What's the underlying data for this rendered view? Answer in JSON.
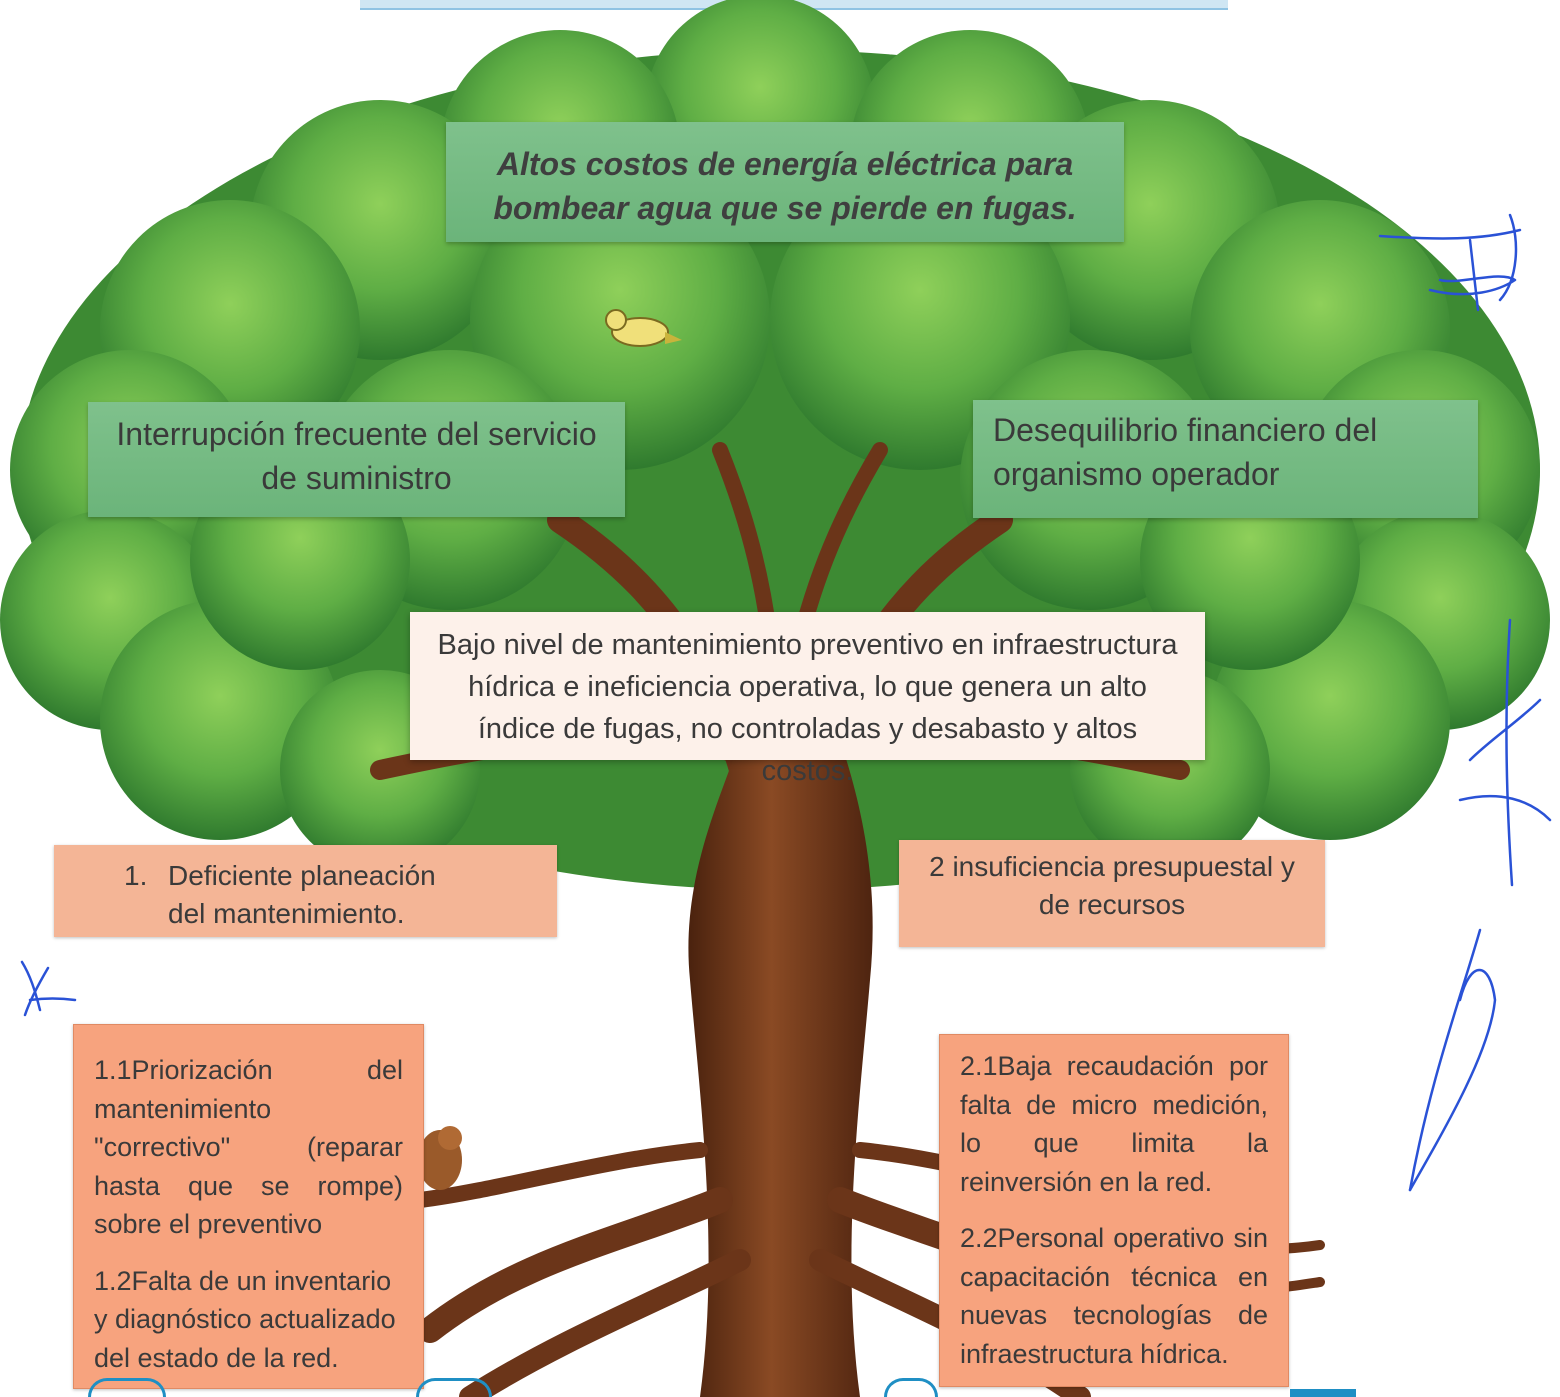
{
  "problema_central": "Bajo nivel de mantenimiento preventivo en infraestructura hídrica e ineficiencia operativa, lo que genera un alto índice de fugas, no controladas y desabasto y altos costos.",
  "efectos": {
    "efecto_principal": "Altos costos de energía eléctrica para bombear agua que se pierde en fugas.",
    "efecto_1": "Interrupción frecuente del servicio de suministro",
    "efecto_2": "Desequilibrio financiero del organismo operador"
  },
  "causas": {
    "causa_1": {
      "numero": "1.",
      "titulo": "Deficiente planeación del mantenimiento.",
      "sub_1": "1.1Priorización del mantenimiento \"correctivo\" (reparar hasta que se rompe) sobre el preventivo",
      "sub_2": "1.2Falta de un inventario y diagnóstico actualizado del estado de la red."
    },
    "causa_2": {
      "titulo": "2 insuficiencia presupuestal y de recursos",
      "sub_1": "2.1Baja recaudación por falta de micro medición, lo que limita la reinversión en la red.",
      "sub_2": "2.2Personal operativo sin capacitación técnica en nuevas tecnologías de infraestructura hídrica."
    }
  },
  "colores": {
    "follaje": "#4e9a3c",
    "follaje_claro": "#7cbd4c",
    "tronco": "#7a3f1d",
    "caja_verde": "#72b780",
    "caja_crema": "#fdf1ea",
    "caja_salmon": "#f4b596",
    "caja_naranja": "#f7a37e",
    "tinta": "#2a52d6"
  }
}
